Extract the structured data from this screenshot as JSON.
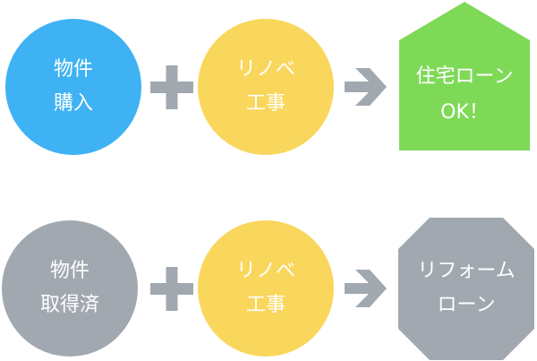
{
  "colors": {
    "blue": "#3fb2f4",
    "yellow": "#f9d65c",
    "green": "#7ed957",
    "gray": "#a1a8b0",
    "operator": "#a1a8b0",
    "text": "#ffffff"
  },
  "row1": {
    "circle1": {
      "line1": "物件",
      "line2": "購入"
    },
    "circle2": {
      "line1": "リノベ",
      "line2": "工事"
    },
    "result": {
      "line1": "住宅ローン",
      "line2": "OK！"
    }
  },
  "row2": {
    "circle1": {
      "line1": "物件",
      "line2": "取得済"
    },
    "circle2": {
      "line1": "リノベ",
      "line2": "工事"
    },
    "result": {
      "line1": "リフォーム",
      "line2": "ローン"
    }
  }
}
